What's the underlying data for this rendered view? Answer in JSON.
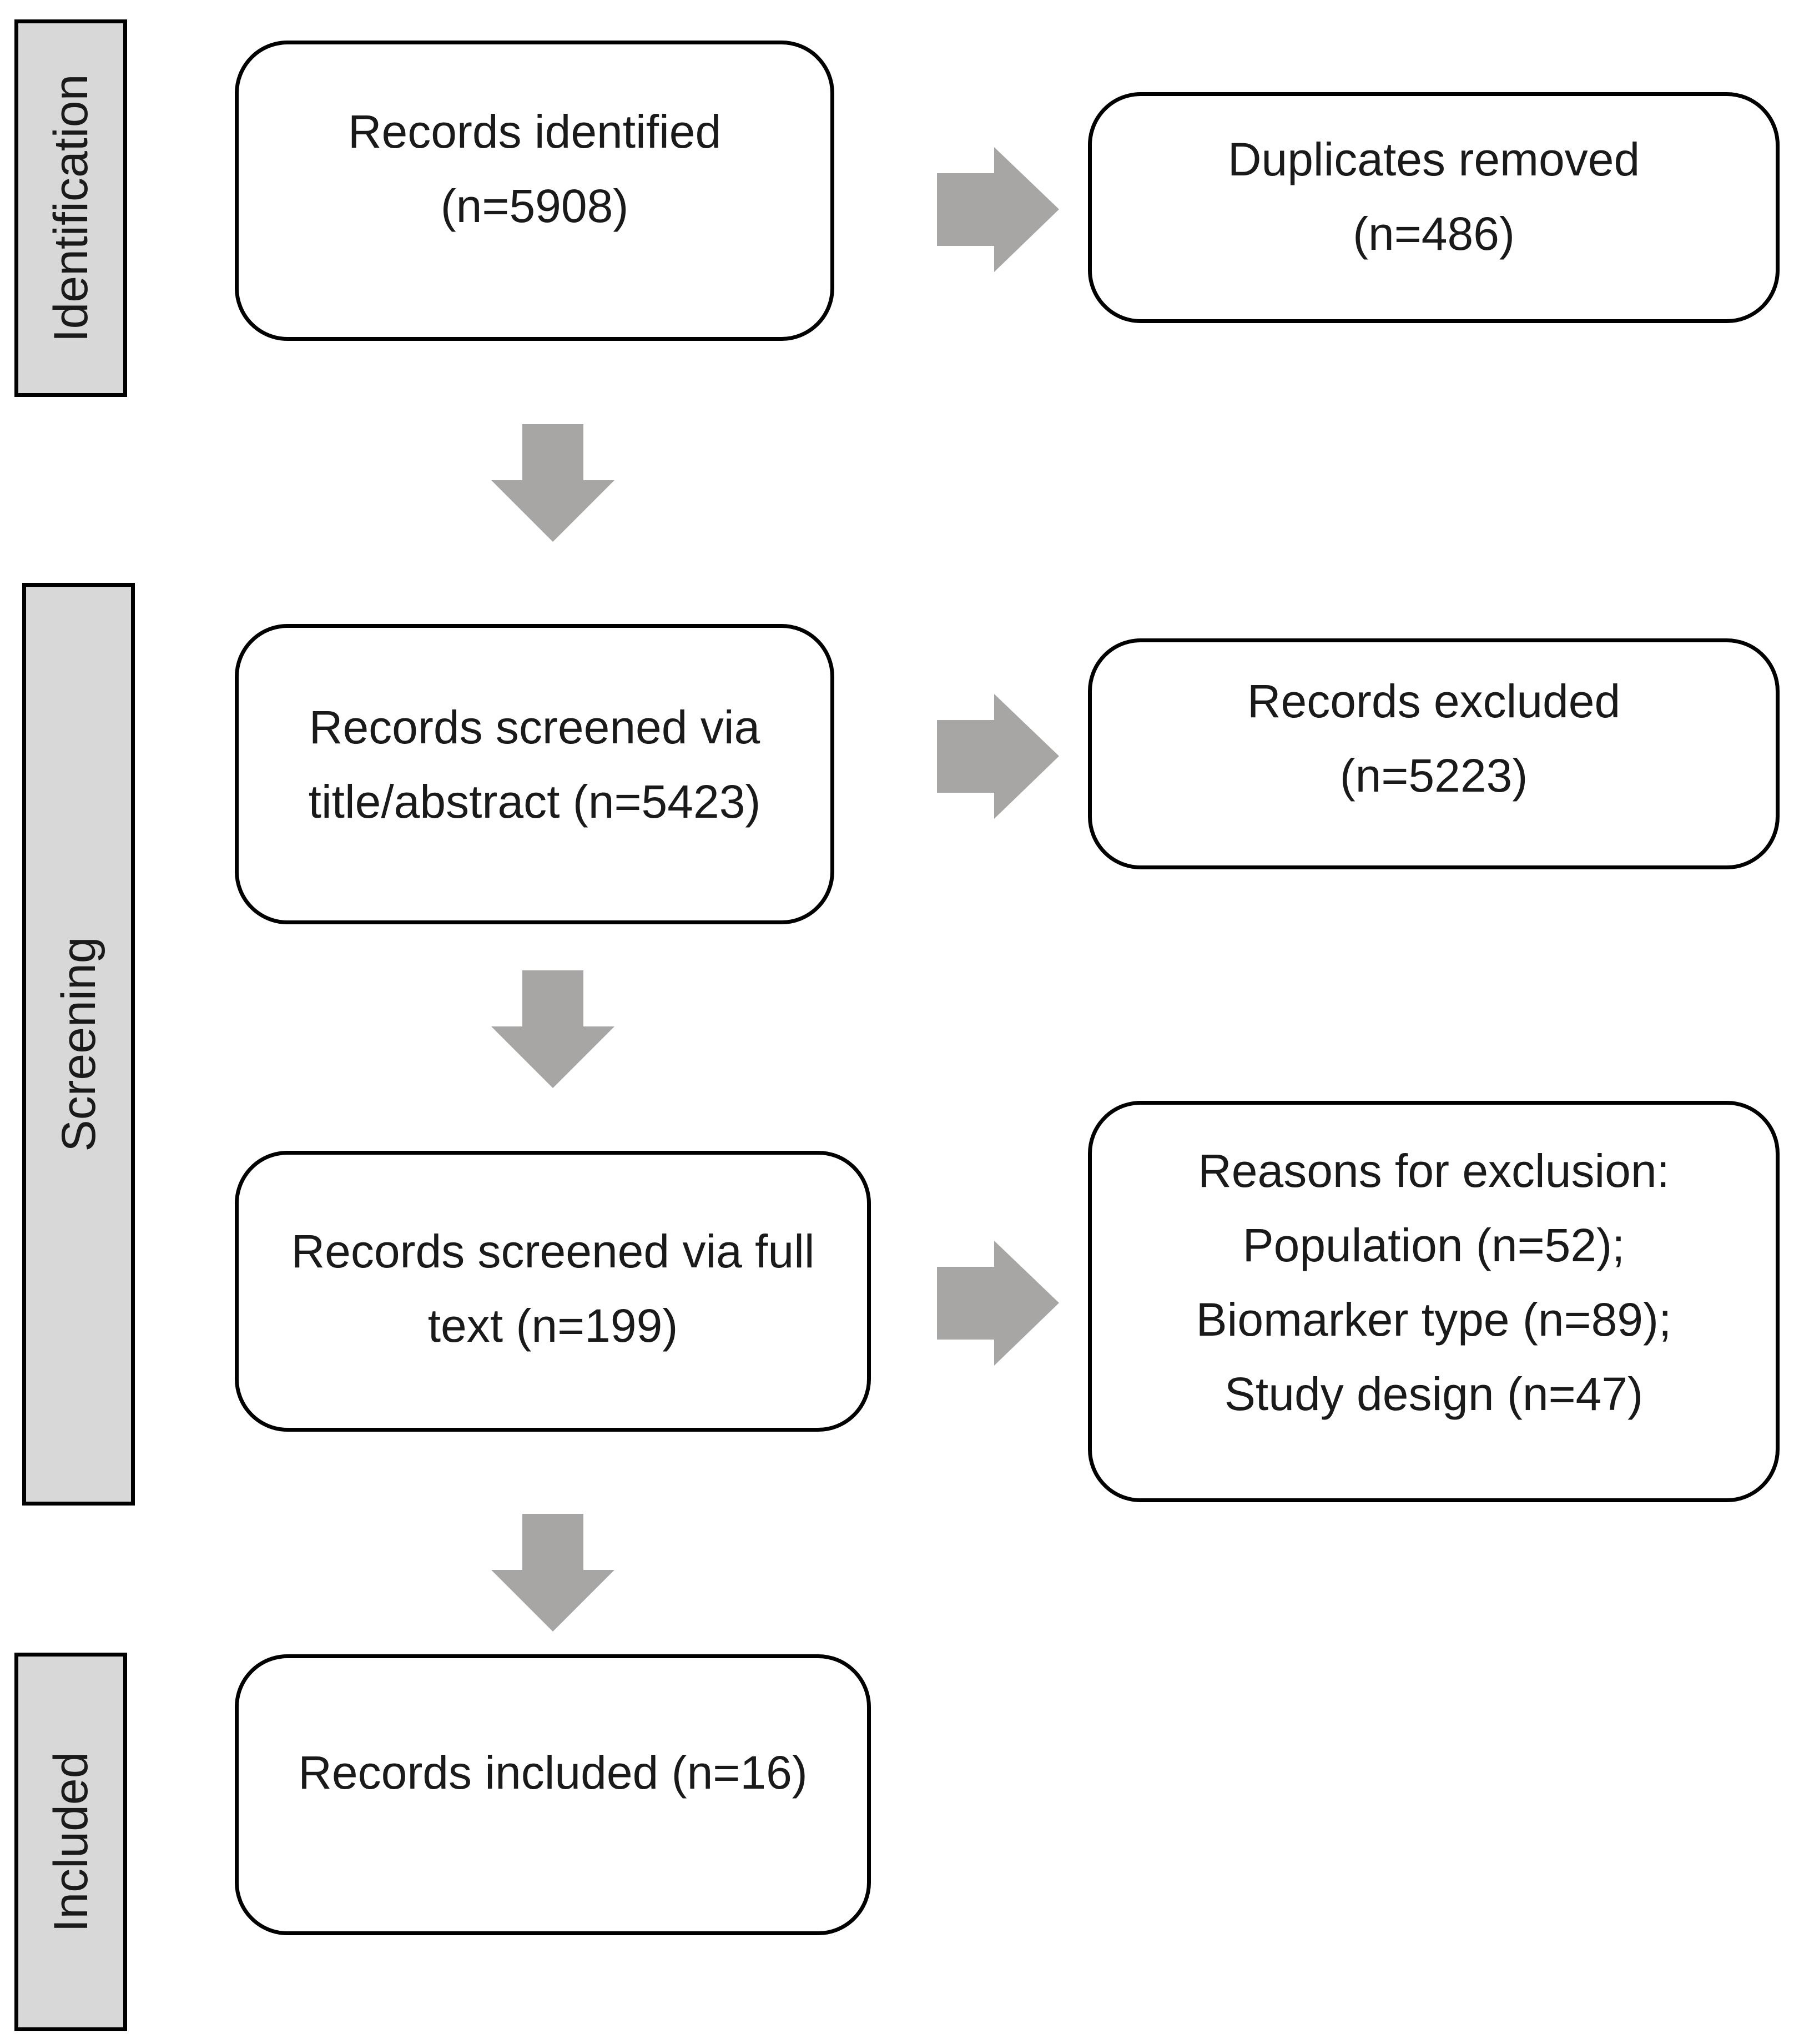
{
  "stages": {
    "identification": "Identification",
    "screening": "Screening",
    "included": "Included"
  },
  "boxes": {
    "records_identified": [
      "Records identified",
      "(n=5908)"
    ],
    "duplicates_removed": [
      "Duplicates removed",
      "(n=486)"
    ],
    "screened_title_abstract": [
      "Records screened via",
      "title/abstract (n=5423)"
    ],
    "records_excluded": [
      "Records excluded",
      "(n=5223)"
    ],
    "screened_full_text": [
      "Records screened via full",
      "text (n=199)"
    ],
    "reasons_for_exclusion": [
      "Reasons for exclusion:",
      "Population (n=52);",
      "Biomarker type (n=89);",
      "Study design (n=47)"
    ],
    "records_included": [
      "Records included (n=16)"
    ]
  },
  "colors": {
    "arrow": "#a8a6a5",
    "stage_fill": "#d8d8d8",
    "border": "#000000"
  }
}
